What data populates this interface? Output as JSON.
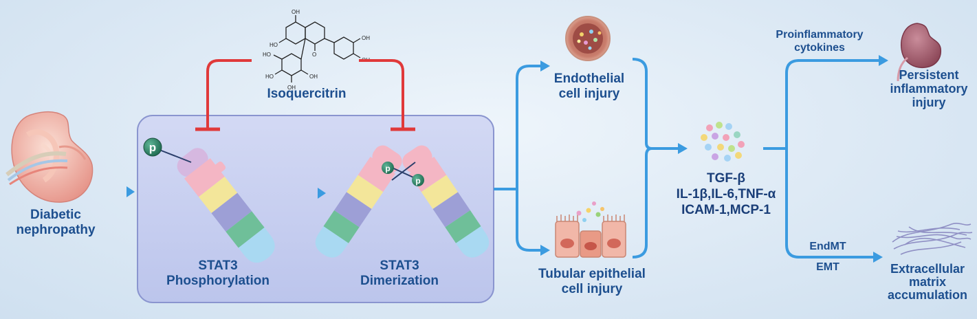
{
  "drug": {
    "name": "Isoquercitrin"
  },
  "disease": {
    "line1": "Diabetic",
    "line2": "nephropathy"
  },
  "stat3": {
    "phos_line1": "STAT3",
    "phos_line2": "Phosphorylation",
    "dimer_line1": "STAT3",
    "dimer_line2": "Dimerization",
    "p_label": "p"
  },
  "injury": {
    "endothelial_line1": "Endothelial",
    "endothelial_line2": "cell injury",
    "tubular_line1": "Tubular epithelial",
    "tubular_line2": "cell injury"
  },
  "cytokines": {
    "line1": "TGF-β",
    "line2": "IL-1β,IL-6,TNF-α",
    "line3": "ICAM-1,MCP-1"
  },
  "outcomes": {
    "proinflam_line1": "Proinflammatory",
    "proinflam_line2": "cytokines",
    "persistent_line1": "Persistent",
    "persistent_line2": "inflammatory",
    "persistent_line3": "injury",
    "endmt": "EndMT",
    "emt": "EMT",
    "ecm_line1": "Extracellular",
    "ecm_line2": "matrix",
    "ecm_line3": "accumulation"
  },
  "molecule_labels": {
    "oh": "HO",
    "ho": "OH",
    "o": "O"
  },
  "colors": {
    "arrow_blue": "#3b9be0",
    "inhibit_red": "#e0393a",
    "label_blue": "#1d4f8f",
    "box_fill": "#c5cdee",
    "box_stroke": "#8a95cf",
    "segment_pink": "#f4b6c4",
    "segment_yellow": "#f3e69a",
    "segment_violet": "#9d9fd6",
    "segment_green": "#6fbf99",
    "segment_blue": "#a9d9f2",
    "segment_lilac": "#d6b8e0",
    "p_green": "#2f7e63"
  }
}
